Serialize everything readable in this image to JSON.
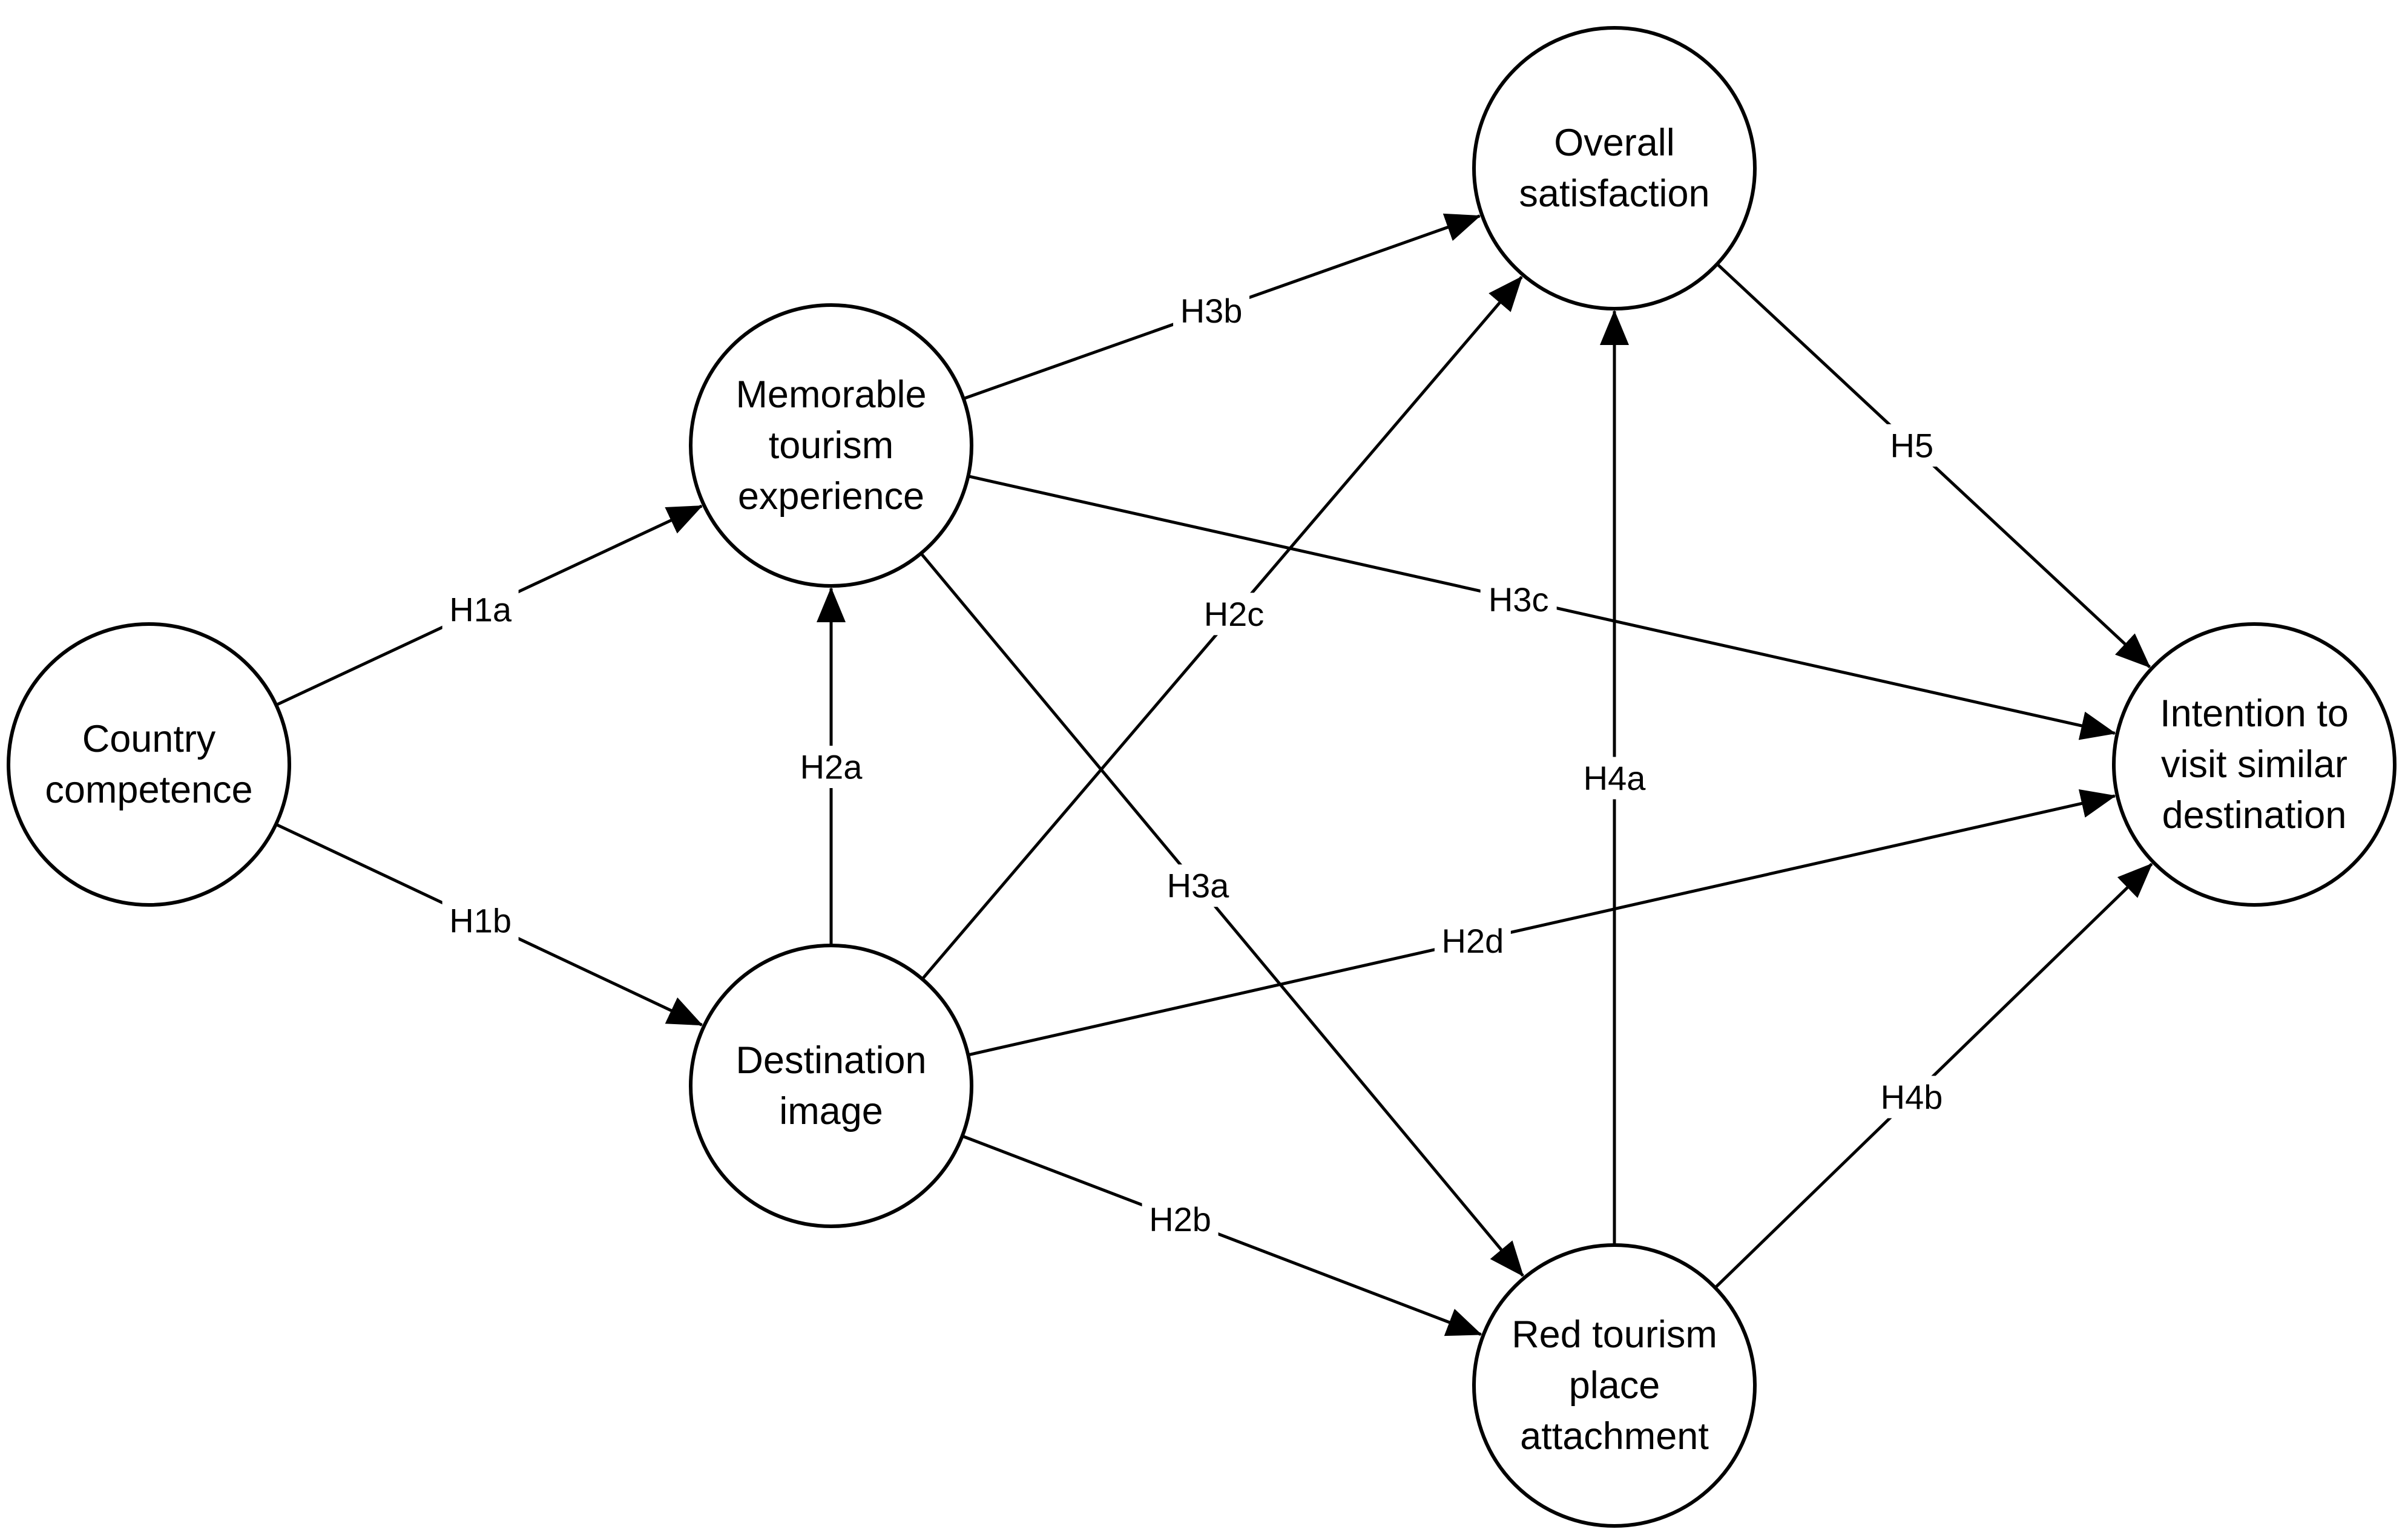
{
  "diagram": {
    "nodes": [
      {
        "id": "country_competence",
        "lines": [
          "Country",
          "competence"
        ]
      },
      {
        "id": "memorable_tourism_experience",
        "lines": [
          "Memorable",
          "tourism",
          "experience"
        ]
      },
      {
        "id": "destination_image",
        "lines": [
          "Destination",
          "image"
        ]
      },
      {
        "id": "overall_satisfaction",
        "lines": [
          "Overall",
          "satisfaction"
        ]
      },
      {
        "id": "red_tourism_place_attachment",
        "lines": [
          "Red tourism",
          "place",
          "attachment"
        ]
      },
      {
        "id": "intention_to_visit",
        "lines": [
          "Intention to",
          "visit similar",
          "destination"
        ]
      }
    ],
    "edges": [
      {
        "from": "country_competence",
        "to": "memorable_tourism_experience",
        "label": "H1a"
      },
      {
        "from": "country_competence",
        "to": "destination_image",
        "label": "H1b"
      },
      {
        "from": "destination_image",
        "to": "memorable_tourism_experience",
        "label": "H2a"
      },
      {
        "from": "destination_image",
        "to": "red_tourism_place_attachment",
        "label": "H2b"
      },
      {
        "from": "destination_image",
        "to": "overall_satisfaction",
        "label": "H2c"
      },
      {
        "from": "destination_image",
        "to": "intention_to_visit",
        "label": "H2d"
      },
      {
        "from": "memorable_tourism_experience",
        "to": "red_tourism_place_attachment",
        "label": "H3a"
      },
      {
        "from": "memorable_tourism_experience",
        "to": "overall_satisfaction",
        "label": "H3b"
      },
      {
        "from": "memorable_tourism_experience",
        "to": "intention_to_visit",
        "label": "H3c"
      },
      {
        "from": "red_tourism_place_attachment",
        "to": "overall_satisfaction",
        "label": "H4a"
      },
      {
        "from": "red_tourism_place_attachment",
        "to": "intention_to_visit",
        "label": "H4b"
      },
      {
        "from": "overall_satisfaction",
        "to": "intention_to_visit",
        "label": "H5"
      }
    ]
  }
}
